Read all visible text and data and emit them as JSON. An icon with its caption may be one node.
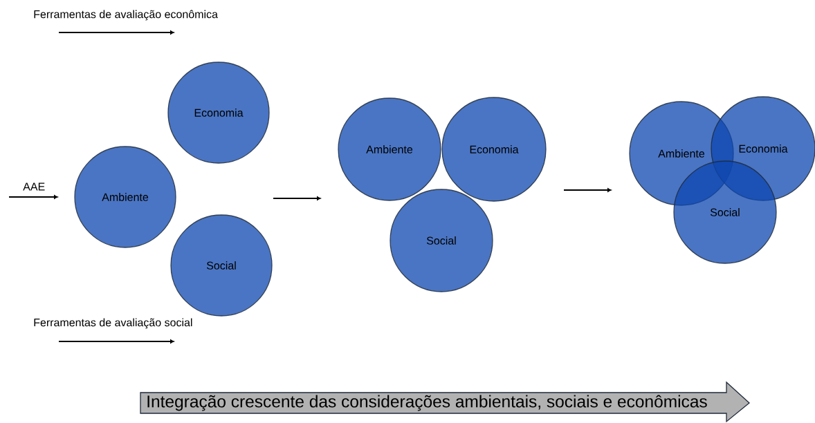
{
  "diagram": {
    "nodes": [
      {
        "text": [
          "Economia"
        ]
      },
      {
        "text": [
          "Ambiente"
        ]
      },
      {
        "text": [
          "Social"
        ]
      },
      {
        "text": [
          "Ambiente"
        ]
      },
      {
        "text": [
          "Economia"
        ]
      },
      {
        "text": [
          "Social"
        ]
      },
      {
        "text": [
          "Ambiente"
        ]
      },
      {
        "text": [
          "Economia"
        ]
      },
      {
        "text": [
          "Social"
        ]
      },
      {
        "text": [
          "Integração crescente das considerações ambientais, sociais e econômicas"
        ]
      }
    ],
    "labels": [
      "Ferramentas de avaliação econômica",
      "AAE",
      "Ferramentas de avaliação social"
    ]
  }
}
